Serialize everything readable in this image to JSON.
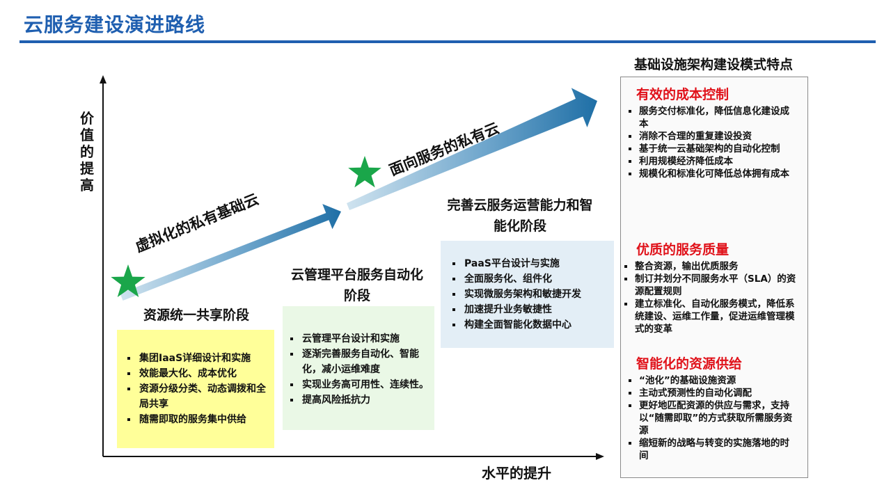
{
  "title": "云服务建设演进路线",
  "axes": {
    "y_label": "价值的提高",
    "x_label": "水平的提升"
  },
  "arrows": [
    {
      "label": "虚拟化的私有基础云",
      "star_icon": "star-icon",
      "color": "#1f6fa6"
    },
    {
      "label": "面向服务的私有云",
      "star_icon": "star-icon",
      "color": "#1f6fa6"
    }
  ],
  "stages": [
    {
      "title": "资源统一共享阶段",
      "bg": "#ffff99",
      "items": [
        "集团IaaS详细设计和实施",
        "效能最大化、成本优化",
        "资源分级分类、动态调拨和全局共享",
        "随需即取的服务集中供给"
      ]
    },
    {
      "title": "云管理平台服务自动化阶段",
      "bg": "#eaf8e6",
      "items": [
        "云管理平台设计和实施",
        "逐渐完善服务自动化、智能化，减小运维难度",
        "实现业务高可用性、连续性。",
        "提高风险抵抗力"
      ]
    },
    {
      "title": "完善云服务运营能力和智能化阶段",
      "bg": "#e3eef6",
      "items": [
        "PaaS平台设计与实施",
        "全面服务化、组件化",
        "实现微服务架构和敏捷开发",
        "加速提升业务敏捷性",
        "构建全面智能化数据中心"
      ]
    }
  ],
  "right_panel": {
    "title": "基础设施架构建设模式特点",
    "sections": [
      {
        "heading": "有效的成本控制",
        "items": [
          "服务交付标准化，降低信息化建设成本",
          "消除不合理的重复建设投资",
          "基于统一云基础架构的自动化控制",
          "利用规模经济降低成本",
          "规模化和标准化可降低总体拥有成本"
        ]
      },
      {
        "heading": "优质的服务质量",
        "items": [
          "整合资源，输出优质服务",
          "制订并划分不同服务水平（SLA）的资源配置规则",
          "建立标准化、自动化服务模式，降低系统建设、运维工作量，促进运维管理模式的变革"
        ]
      },
      {
        "heading": "智能化的资源供给",
        "items": [
          "“池化”的基础设施资源",
          "主动式预测性的自动化调配",
          "更好地匹配资源的供应与需求，支持以“随需即取”的方式获取所需服务资源",
          "缩短新的战略与转变的实施落地的时间"
        ]
      }
    ]
  },
  "colors": {
    "title_blue": "#1f5fb0",
    "heading_red": "#e0121a",
    "star_green": "#1aa64a"
  }
}
